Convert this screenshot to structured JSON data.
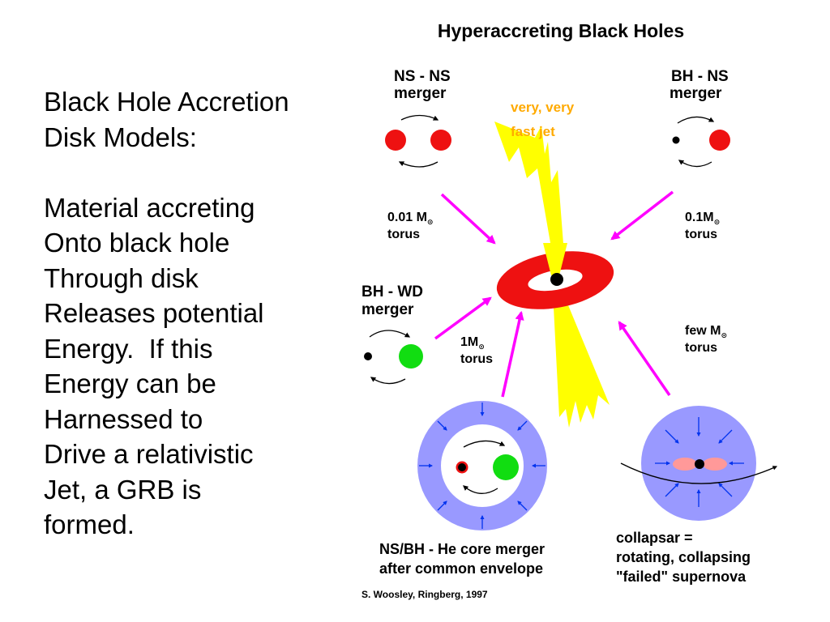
{
  "slide": {
    "lines_block1": [
      "Black Hole Accretion",
      "Disk Models:"
    ],
    "lines_block2": [
      "Material accreting",
      "Onto black hole",
      "Through disk",
      "Releases potential",
      "Energy.  If this",
      "Energy can be",
      "Harnessed to",
      "Drive a relativistic",
      "Jet, a GRB is",
      "formed."
    ]
  },
  "diagram": {
    "title": "Hyperaccreting Black Holes",
    "jet_label": [
      "very, very",
      "fast jet"
    ],
    "ns_ns": {
      "title": [
        "NS - NS",
        "merger"
      ],
      "torus_mass": "0.01 M",
      "torus": "torus"
    },
    "bh_ns": {
      "title": [
        "BH - NS",
        "merger"
      ],
      "torus_mass": "0.1M",
      "torus": "torus"
    },
    "bh_wd": {
      "title": [
        "BH - WD",
        "merger"
      ],
      "torus_mass": "1M",
      "torus": "torus"
    },
    "collapsar": {
      "torus_mass": "few M",
      "torus": "torus",
      "caption": [
        "collapsar =",
        "rotating, collapsing",
        "\"failed\" supernova"
      ]
    },
    "he_core": {
      "caption": [
        "NS/BH - He core merger",
        "after common envelope"
      ]
    },
    "sun_symbol": "⊙",
    "credit": "S. Woosley, Ringberg, 1997",
    "colors": {
      "neutron_star": "#ee1111",
      "white_dwarf": "#11dd11",
      "jet": "#ffff00",
      "arrow": "#ff00ff",
      "envelope": "#9999ff",
      "jet_label": "#ffaa00",
      "disk": "#ee1111"
    }
  }
}
